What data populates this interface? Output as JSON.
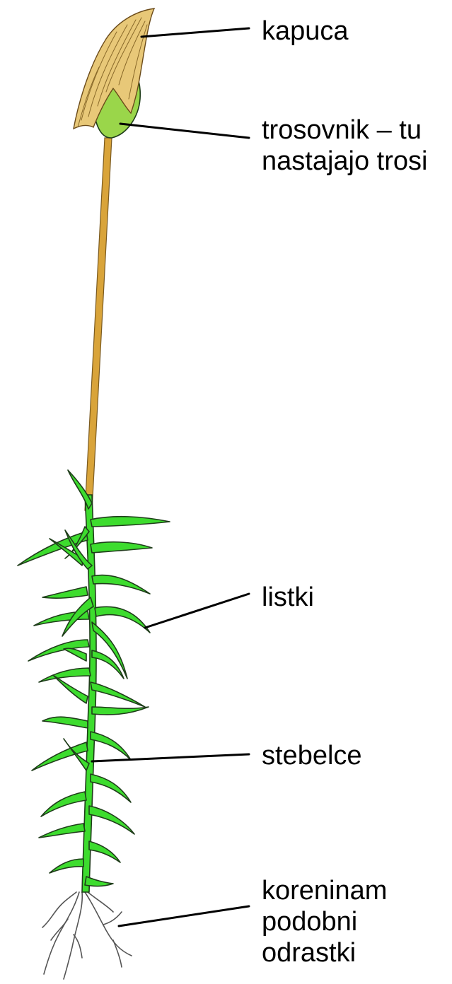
{
  "labels": {
    "kapuca": "kapuca",
    "trosovnik": [
      "trosovnik – tu",
      "nastajajo trosi"
    ],
    "listki": "listki",
    "stebelce": "stebelce",
    "korenine": [
      "koreninam",
      "podobni",
      "odrastki"
    ]
  },
  "colors": {
    "leaf": "#3ddc2e",
    "leaf_outline": "#1f3d1a",
    "calyptra": "#e8c878",
    "capsule": "#9ad64a",
    "seta": "#d9a43a",
    "rhizoid": "#555555",
    "leader_line": "#000000"
  }
}
